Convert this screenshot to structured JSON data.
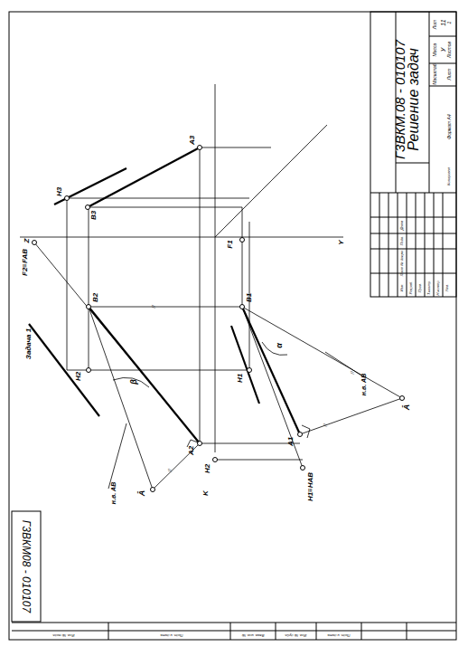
{
  "diagram": {
    "labels": [
      "Г3ВКМ.08 - 010107",
      "Решение задач",
      "Лит",
      "Масса",
      "Масштаб",
      "У",
      "11",
      "Лист",
      "Листов",
      "1",
      "Изм.",
      "Лист",
      "№ докум.",
      "Подп.",
      "Дата",
      "Разраб.",
      "Пров.",
      "Т.контр.",
      "Н.контр.",
      "Утв.",
      "Копировал",
      "Формат А4",
      "Задача 1",
      "A3",
      "H3",
      "B3",
      "Z",
      "Y",
      "F2≡FAB",
      "F1",
      "B2",
      "B1",
      "H2",
      "H1",
      "A2",
      "H2",
      "A1",
      "K",
      "H1≡HAB",
      "Ā",
      "Ā",
      "α",
      "β",
      "н.в. AB",
      "н.в. AB",
      "//",
      "//",
      "//",
      "//",
      "Г3ВКМ08 - 010107",
      "Инв. № подл.",
      "Подп. и дата",
      "Взам. инв. №",
      "Инв. № дубл.",
      "Подп. и дата"
    ]
  }
}
